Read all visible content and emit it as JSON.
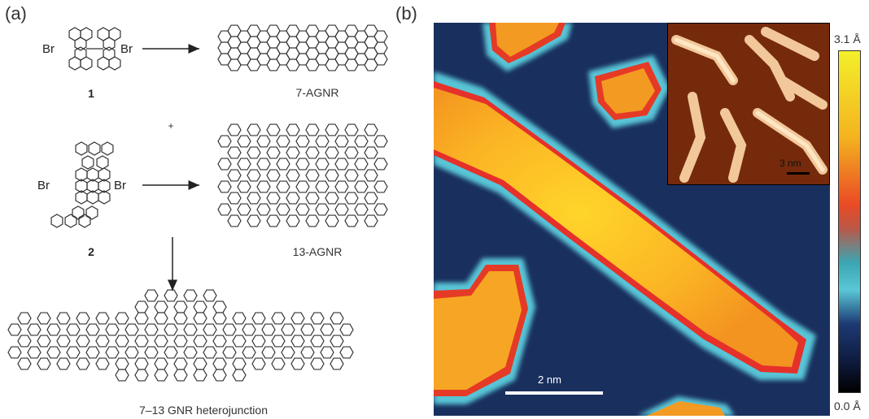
{
  "panel_a": {
    "label": "(a)",
    "reactant1": {
      "number": "1",
      "br_left": "Br",
      "br_right": "Br"
    },
    "reactant2": {
      "number": "2",
      "br_left": "Br",
      "br_right": "Br"
    },
    "plus": "+",
    "product1": "7-AGNR",
    "product2": "13-AGNR",
    "heterojunction": "7–13 GNR heterojunction"
  },
  "panel_b": {
    "label": "(b)",
    "scale_bar": "2 nm",
    "inset_scale_bar": "3 nm",
    "colorbar": {
      "max_label": "3.1 Å",
      "min_label": "0.0 Å"
    },
    "colors": {
      "ribbon": "#f7a21a",
      "background": "#1a2f5e",
      "edge": "#59c7d8"
    }
  }
}
